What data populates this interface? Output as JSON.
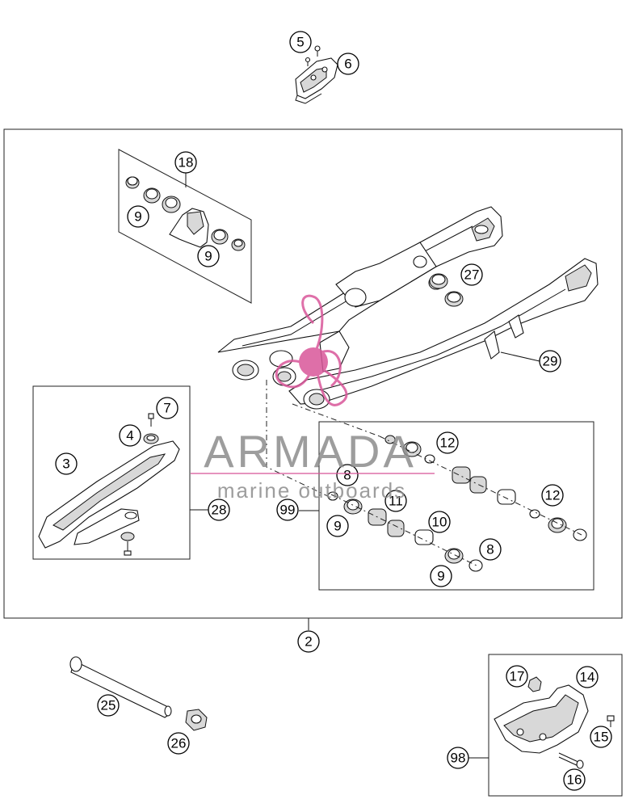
{
  "watermark": {
    "brand": "ARMADA",
    "tagline": "marine outboards",
    "logo_color": "#d9579a",
    "text_color": "#8c8c8c"
  },
  "callouts": {
    "c2": "2",
    "c3": "3",
    "c4": "4",
    "c5": "5",
    "c6": "6",
    "c7": "7",
    "c8a": "8",
    "c8b": "8",
    "c9a": "9",
    "c9b": "9",
    "c9c": "9",
    "c9d": "9",
    "c10": "10",
    "c11": "11",
    "c12a": "12",
    "c12b": "12",
    "c14": "14",
    "c15": "15",
    "c16": "16",
    "c17": "17",
    "c18": "18",
    "c25": "25",
    "c26": "26",
    "c27": "27",
    "c28": "28",
    "c29": "29",
    "c98": "98",
    "c99": "99"
  }
}
